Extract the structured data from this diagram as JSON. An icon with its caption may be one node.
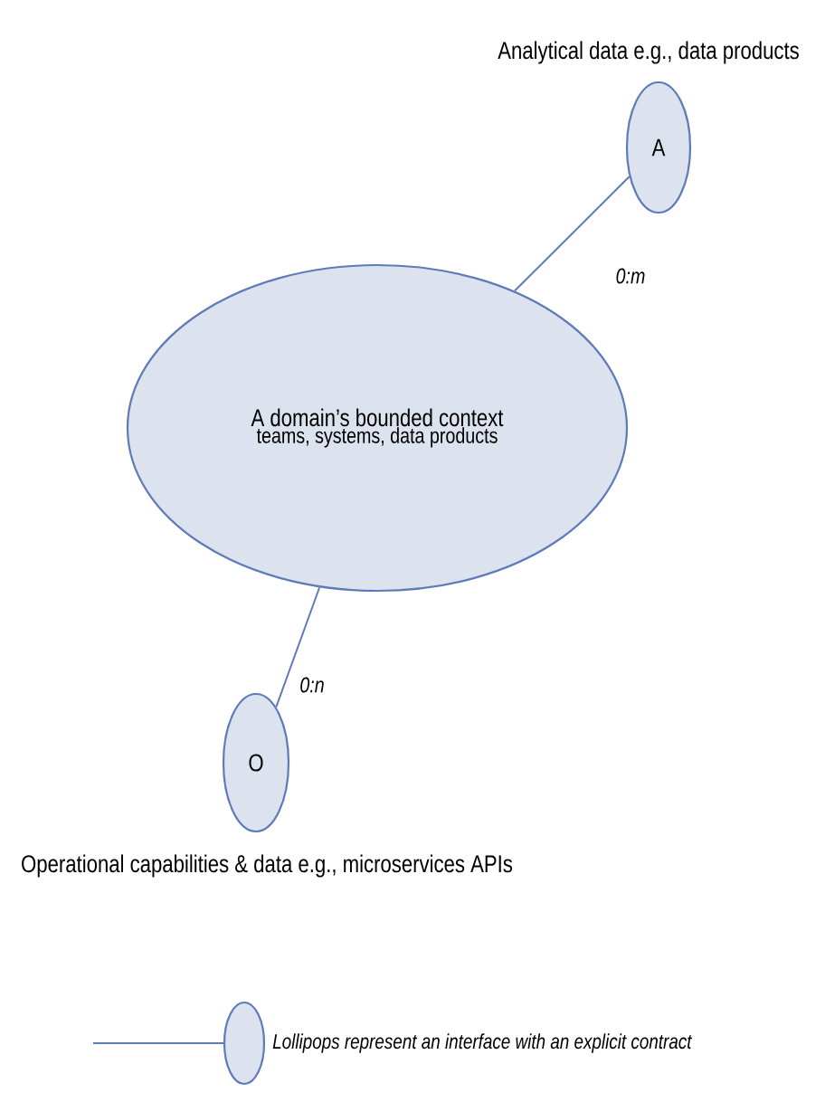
{
  "diagram": {
    "nodes": [
      {
        "text": [
          "A domain’s bounded context",
          "teams, systems, data products"
        ]
      },
      {
        "text": [
          "A"
        ],
        "beside": [
          "Analytical data e.g., data products"
        ]
      },
      {
        "text": [
          "O"
        ],
        "beside": [
          "Operational capabilities & data e.g., microservices APIs"
        ]
      }
    ],
    "edges": [
      {
        "from": 0,
        "to": 1,
        "arrow": "none",
        "label": "0:m"
      },
      {
        "from": 0,
        "to": 2,
        "arrow": "none",
        "label": "0:n"
      }
    ],
    "legend": [
      {
        "text": "Lollipops represent an interface with an explicit contract"
      }
    ]
  }
}
